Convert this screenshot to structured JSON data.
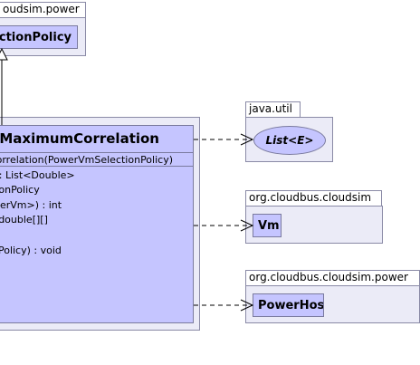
{
  "packages": {
    "power_top": {
      "name": "oudsim.power",
      "class_name": "lectionPolicy"
    },
    "java_util": {
      "name": "java.util",
      "interface_name": "List<E>"
    },
    "cloudsim": {
      "name": "org.cloudbus.cloudsim",
      "class_name": "Vm"
    },
    "cloudsim_power": {
      "name": "org.cloudbus.cloudsim.power",
      "class_name": "PowerHost"
    }
  },
  "main_class": {
    "name": "cyMaximumCorrelation",
    "constructor": "correlation(PowerVmSelectionPolicy)",
    "methods": [
      ") : List<Double>",
      "tionPolicy",
      "werVm>) : int",
      ": double[][]",
      "",
      "nPolicy) : void"
    ]
  },
  "colors": {
    "class_fill": "#c5c5ff",
    "package_fill": "#ebebf7",
    "border": "#7a7a9e"
  }
}
